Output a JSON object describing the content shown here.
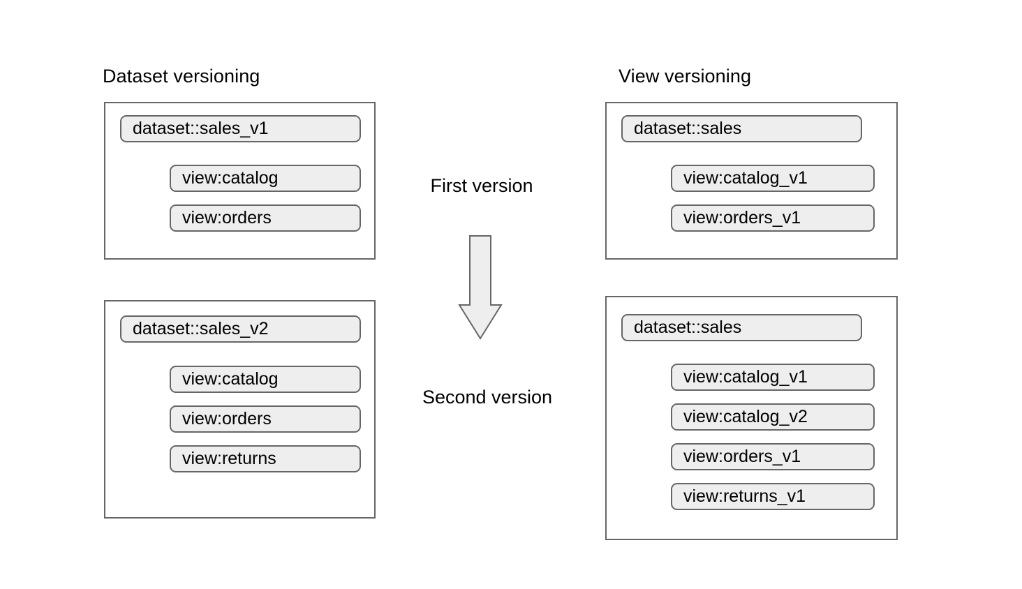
{
  "diagram": {
    "title_left": "Dataset versioning",
    "title_right": "View versioning",
    "center": {
      "first_label": "First version",
      "second_label": "Second version",
      "arrow_icon": "down-arrow-icon",
      "arrow_direction": "down"
    },
    "colors": {
      "chip_fill": "#eeeeee",
      "chip_border": "#666666",
      "panel_border": "#666666",
      "panel_fill": "#ffffff",
      "text": "#000000",
      "arrow_fill": "#eeeeee",
      "arrow_border": "#666666",
      "background": "#ffffff"
    },
    "columns": [
      {
        "id": "dataset-versioning",
        "title": "Dataset versioning",
        "panels": [
          {
            "id": "dataset-v1",
            "stage": "First version",
            "dataset": "dataset::sales_v1",
            "views": [
              "view:catalog",
              "view:orders"
            ]
          },
          {
            "id": "dataset-v2",
            "stage": "Second version",
            "dataset": "dataset::sales_v2",
            "views": [
              "view:catalog",
              "view:orders",
              "view:returns"
            ]
          }
        ]
      },
      {
        "id": "view-versioning",
        "title": "View versioning",
        "panels": [
          {
            "id": "view-v1",
            "stage": "First version",
            "dataset": "dataset::sales",
            "views": [
              "view:catalog_v1",
              "view:orders_v1"
            ]
          },
          {
            "id": "view-v2",
            "stage": "Second version",
            "dataset": "dataset::sales",
            "views": [
              "view:catalog_v1",
              "view:catalog_v2",
              "view:orders_v1",
              "view:returns_v1"
            ]
          }
        ]
      }
    ]
  }
}
